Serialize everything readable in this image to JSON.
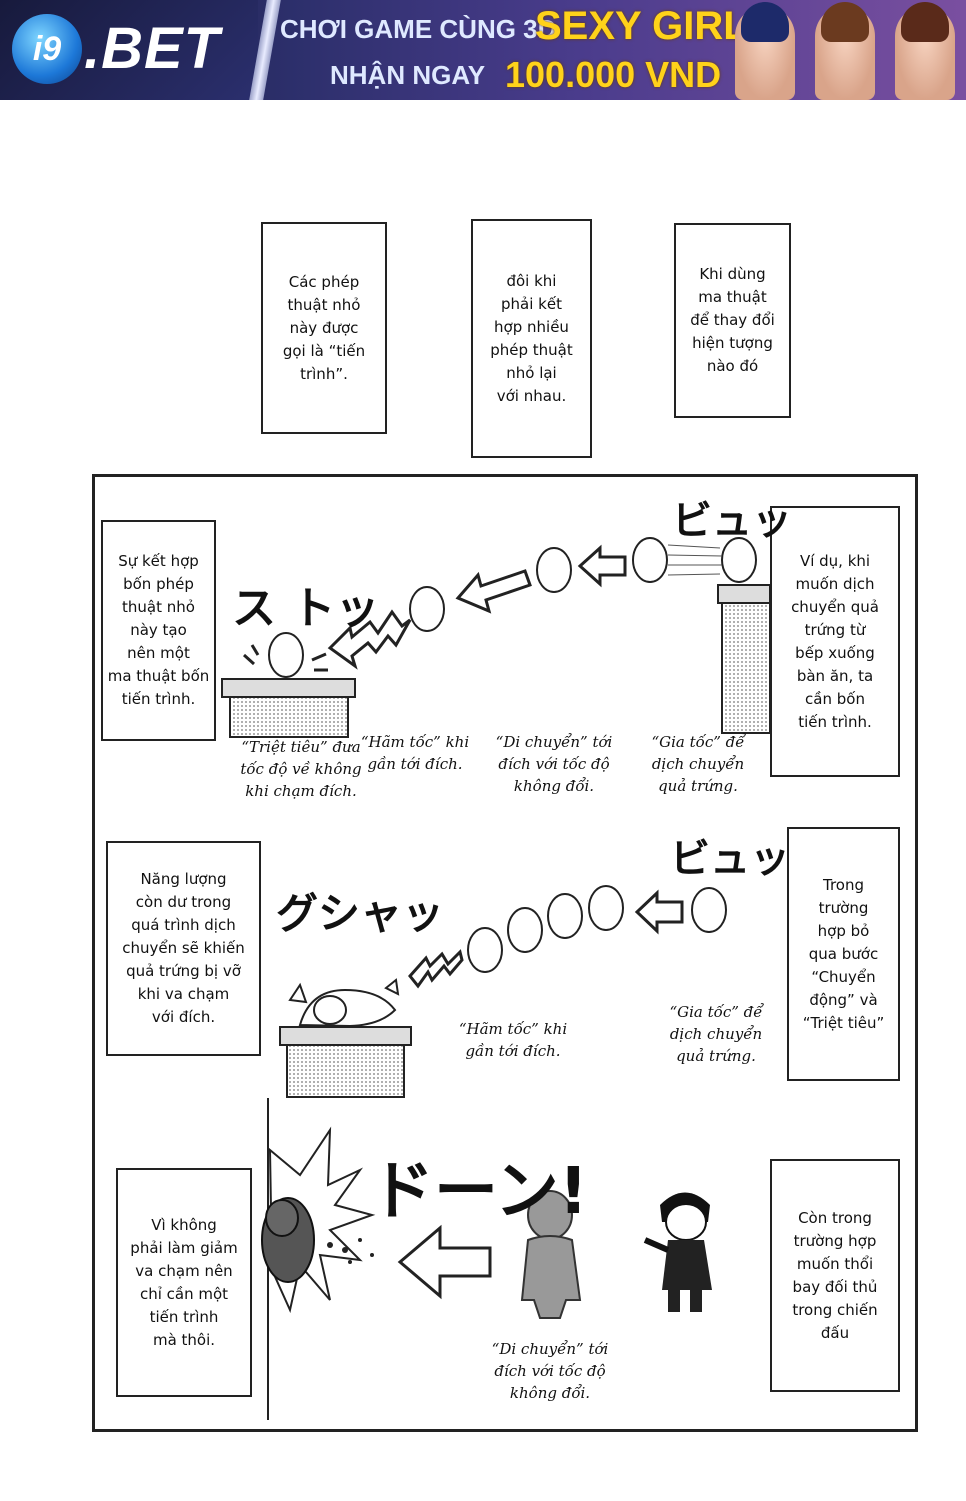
{
  "banner": {
    "logo_mark": "i9",
    "logo_text": ".BET",
    "line1": "CHƠI GAME CÙNG 3D",
    "line1_highlight": "SEXY GIRL",
    "line2": "NHẬN NGAY",
    "line2_highlight": "100.000 VND"
  },
  "top_boxes": [
    "Các phép\nthuật nhỏ\nnày được\ngọi là “tiến\ntrình”.",
    "đôi khi\nphải kết\nhợp nhiều\nphép thuật\nnhỏ lại\nvới nhau.",
    "Khi dùng\nma thuật\nđể thay đổi\nhiện tượng\nnào đó"
  ],
  "row1": {
    "left_box": "Sự kết hợp\nbốn phép\nthuật nhỏ\nnày tạo\nnên một\nma thuật bốn\ntiến trình.",
    "right_box": "Ví dụ, khi\nmuốn dịch\nchuyển quả\ntrứng từ\nbếp xuống\nbàn ăn, ta\ncần bốn\ntiến trình.",
    "captions": [
      "“Triệt tiêu” đưa\ntốc độ về không\nkhi chạm đích.",
      "“Hãm tốc” khi\ngần tới đích.",
      "“Di chuyển” tới\nđích với tốc độ\nkhông đổi.",
      "“Gia tốc” để\ndịch chuyển\nquả trứng."
    ],
    "sfx_left": "ス トッ",
    "sfx_right": "ビュッ"
  },
  "row2": {
    "left_box": "Năng lượng\ncòn dư trong\nquá trình dịch\nchuyển sẽ khiến\nquả trứng bị vỡ\nkhi va chạm\nvới đích.",
    "right_box": "Trong\ntrường\nhợp bỏ\nqua bước\n“Chuyển\nđộng” và\n“Triệt tiêu”",
    "captions": [
      "“Hãm tốc” khi\ngần tới đích.",
      "“Gia tốc” để\ndịch chuyển\nquả trứng."
    ],
    "sfx_left": "グシャッ",
    "sfx_right": "ビュッ"
  },
  "row3": {
    "left_box": "Vì không\nphải làm giảm\nva chạm nên\nchỉ cần một\ntiến trình\nmà thôi.",
    "right_box": "Còn trong\ntrường hợp\nmuốn thổi\nbay đối thủ\ntrong chiến\nđấu",
    "caption": "“Di chuyển” tới\nđích với tốc độ\nkhông đổi.",
    "sfx": "ドーン!"
  },
  "colors": {
    "banner_yellow": "#ffd21a",
    "ink": "#111111"
  }
}
